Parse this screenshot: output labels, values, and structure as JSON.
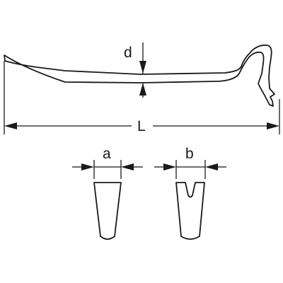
{
  "dimensions": {
    "thickness_label": "d",
    "length_label": "L",
    "tip_width_label": "a",
    "claw_width_label": "b"
  },
  "colors": {
    "stroke": "#1a1a1a",
    "background": "#ffffff"
  }
}
